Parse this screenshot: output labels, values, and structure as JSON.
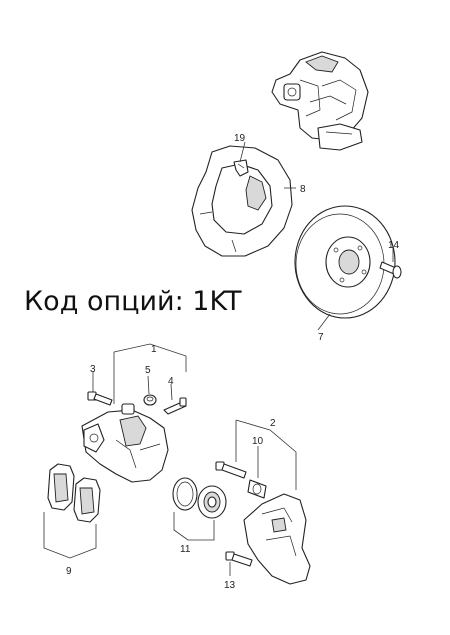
{
  "caption": "Код опций: 1KT",
  "callouts": {
    "c1": "1",
    "c2": "2",
    "c3": "3",
    "c4": "4",
    "c5": "5",
    "c7": "7",
    "c8": "8",
    "c9": "9",
    "c10": "10",
    "c11": "11",
    "c13": "13",
    "c14": "14",
    "c19": "19"
  }
}
